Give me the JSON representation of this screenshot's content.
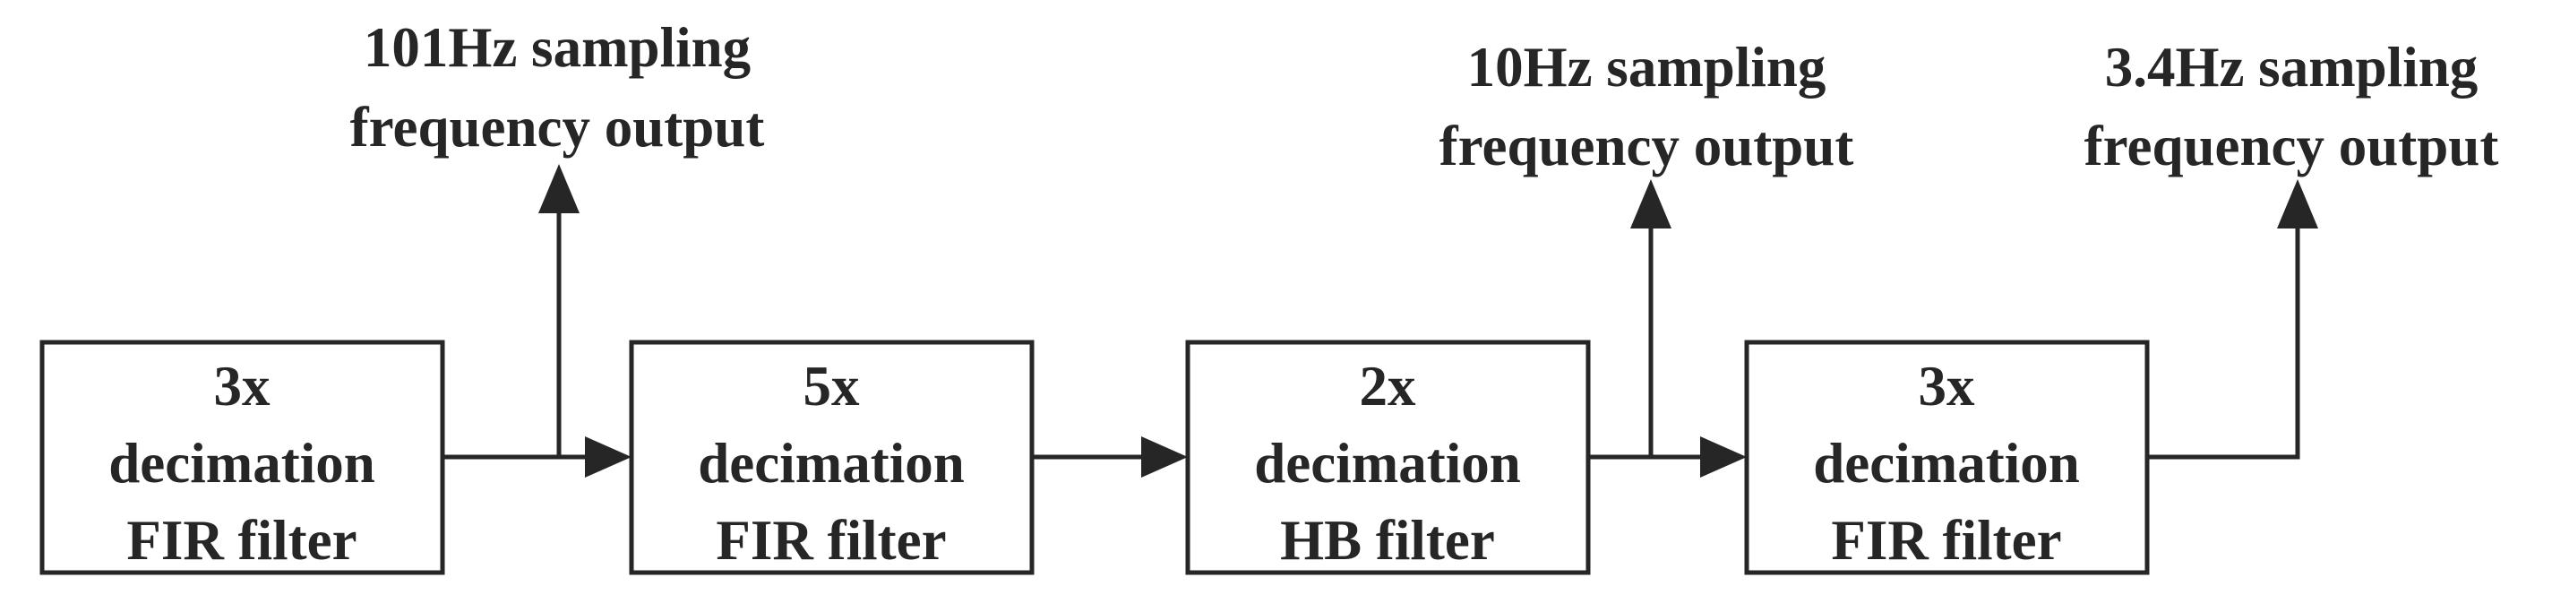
{
  "blocks": [
    {
      "id": "block-1",
      "lines": [
        "3x",
        "decimation",
        "FIR filter"
      ]
    },
    {
      "id": "block-2",
      "lines": [
        "5x",
        "decimation",
        "FIR filter"
      ]
    },
    {
      "id": "block-3",
      "lines": [
        "2x",
        "decimation",
        "HB filter"
      ]
    },
    {
      "id": "block-4",
      "lines": [
        "3x",
        "decimation",
        "FIR filter"
      ]
    }
  ],
  "outputs": [
    {
      "id": "output-1",
      "lines": [
        "101Hz sampling",
        "frequency output"
      ]
    },
    {
      "id": "output-2",
      "lines": [
        "10Hz sampling",
        "frequency output"
      ]
    },
    {
      "id": "output-3",
      "lines": [
        "3.4Hz sampling",
        "frequency output"
      ]
    }
  ],
  "colors": {
    "stroke": "#262626",
    "background": "#ffffff"
  }
}
